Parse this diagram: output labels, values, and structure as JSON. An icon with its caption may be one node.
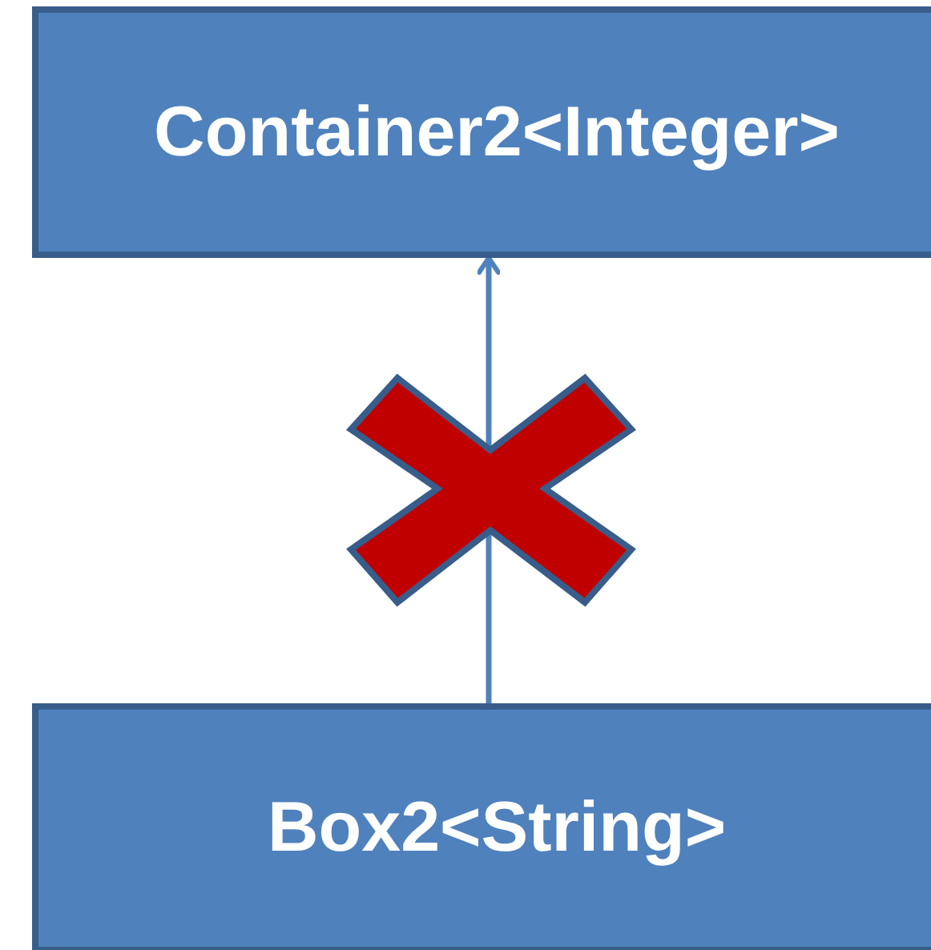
{
  "diagram": {
    "nodes": [
      {
        "text": [
          "Container2<Integer>"
        ]
      },
      {
        "text": [
          "Box2<String>"
        ]
      }
    ],
    "edges": [
      {
        "from": 1,
        "to": 0,
        "arrow": "to"
      }
    ]
  }
}
